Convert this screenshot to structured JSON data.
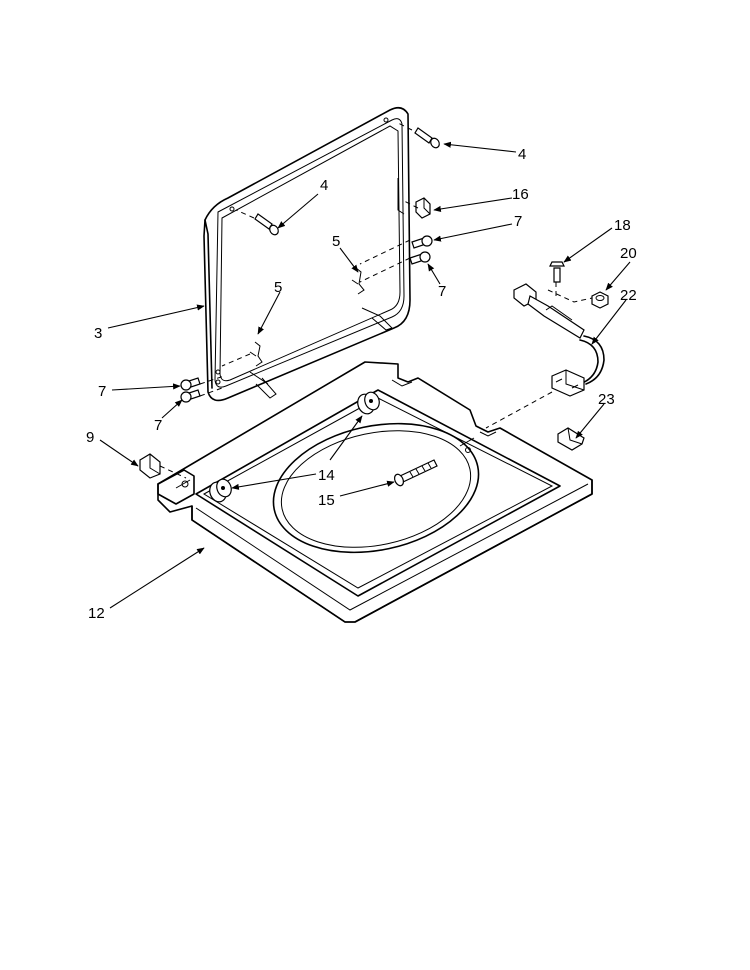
{
  "callouts": {
    "c3": "3",
    "c4a": "4",
    "c4b": "4",
    "c5a": "5",
    "c5b": "5",
    "c7a": "7",
    "c7b": "7",
    "c7c": "7",
    "c7d": "7",
    "c9": "9",
    "c12": "12",
    "c14": "14",
    "c15": "15",
    "c16": "16",
    "c18": "18",
    "c20": "20",
    "c22": "22",
    "c23": "23"
  }
}
